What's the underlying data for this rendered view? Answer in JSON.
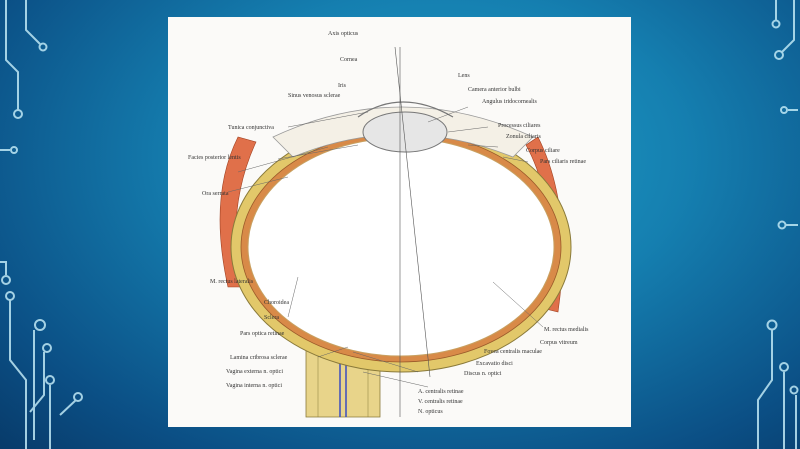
{
  "labels": {
    "axis_opticus": "Axis opticus",
    "cornea": "Cornea",
    "iris": "Iris",
    "lens": "Lens",
    "sinus_venosus_sclerae": "Sinus venosus sclerae",
    "tunica_conjunctiva": "Tunica conjunctiva",
    "facies_posterior_lentis": "Facies posterior lentis",
    "ora_serrata": "Ora serrata",
    "m_rectus_lateralis": "M. rectus lateralis",
    "choroidea": "Choroidea",
    "sclera": "Sclera",
    "pars_optica_retinae": "Pars optica retinae",
    "lamina_cribrosa_sclerae": "Lamina cribrosa sclerae",
    "vagina_externa_n_optici": "Vagina externa n. optici",
    "vagina_interna_n_optici": "Vagina interna n. optici",
    "angulus_iridocornealis": "Angulus iridocornealis",
    "camera_anterior_bulbi": "Camera anterior bulbi",
    "processus_ciliares": "Processus ciliares",
    "zonula_ciliaris": "Zonula ciliaris",
    "corpus_ciliare": "Corpus ciliare",
    "pars_ciliaris_retinae": "Pars ciliaris retinae",
    "vitreous_body": "Corpus vitreum",
    "m_rectus_medialis": "M. rectus medialis",
    "corpus_vitreum": "Corpus vitreum",
    "fovea_centralis": "Fovea centralis maculae",
    "excavatio_disci": "Excavatio disci",
    "discus_n_optici": "Discus n. optici",
    "a_centralis_retinae": "A. centralis retinae",
    "v_centralis_retinae": "V. centralis retinae",
    "n_opticus": "N. opticus"
  },
  "colors": {
    "sclera": "#e2c86a",
    "muscle": "#e0704a",
    "vessel_red": "#c83a2a",
    "interior": "#ffffff",
    "background_deep": "#0b4f85",
    "background_light": "#1fa0c8"
  }
}
